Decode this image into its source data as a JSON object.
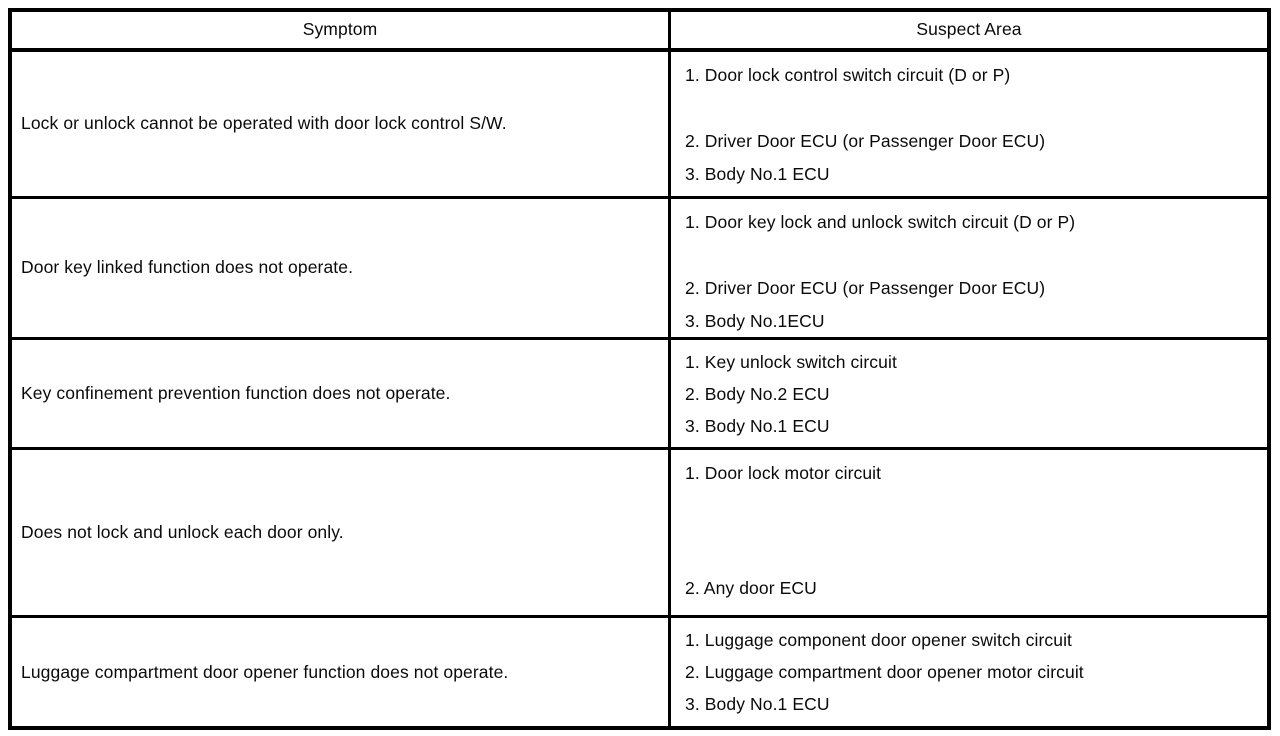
{
  "table": {
    "headers": {
      "symptom": "Symptom",
      "suspect": "Suspect Area"
    },
    "rows": [
      {
        "symptom": "Lock or unlock cannot be operated with door lock control S/W.",
        "suspects": [
          "1. Door lock control switch circuit (D or P)",
          "2. Driver Door ECU (or Passenger Door ECU)",
          "3. Body No.1 ECU"
        ]
      },
      {
        "symptom": "Door key linked function does not operate.",
        "suspects": [
          "1. Door key lock and unlock switch circuit (D or P)",
          "2. Driver Door ECU (or Passenger Door ECU)",
          "3. Body No.1ECU"
        ]
      },
      {
        "symptom": "Key confinement prevention function does not operate.",
        "suspects": [
          "1. Key unlock switch circuit",
          "2. Body No.2 ECU",
          "3. Body No.1 ECU"
        ]
      },
      {
        "symptom": "Does not lock and unlock each door only.",
        "suspects": [
          "1. Door lock motor circuit",
          "2. Any door ECU"
        ]
      },
      {
        "symptom": "Luggage compartment door opener function does not operate.",
        "suspects": [
          "1. Luggage component door opener switch circuit",
          "2. Luggage compartment door opener motor circuit",
          "3. Body No.1 ECU"
        ]
      }
    ]
  }
}
